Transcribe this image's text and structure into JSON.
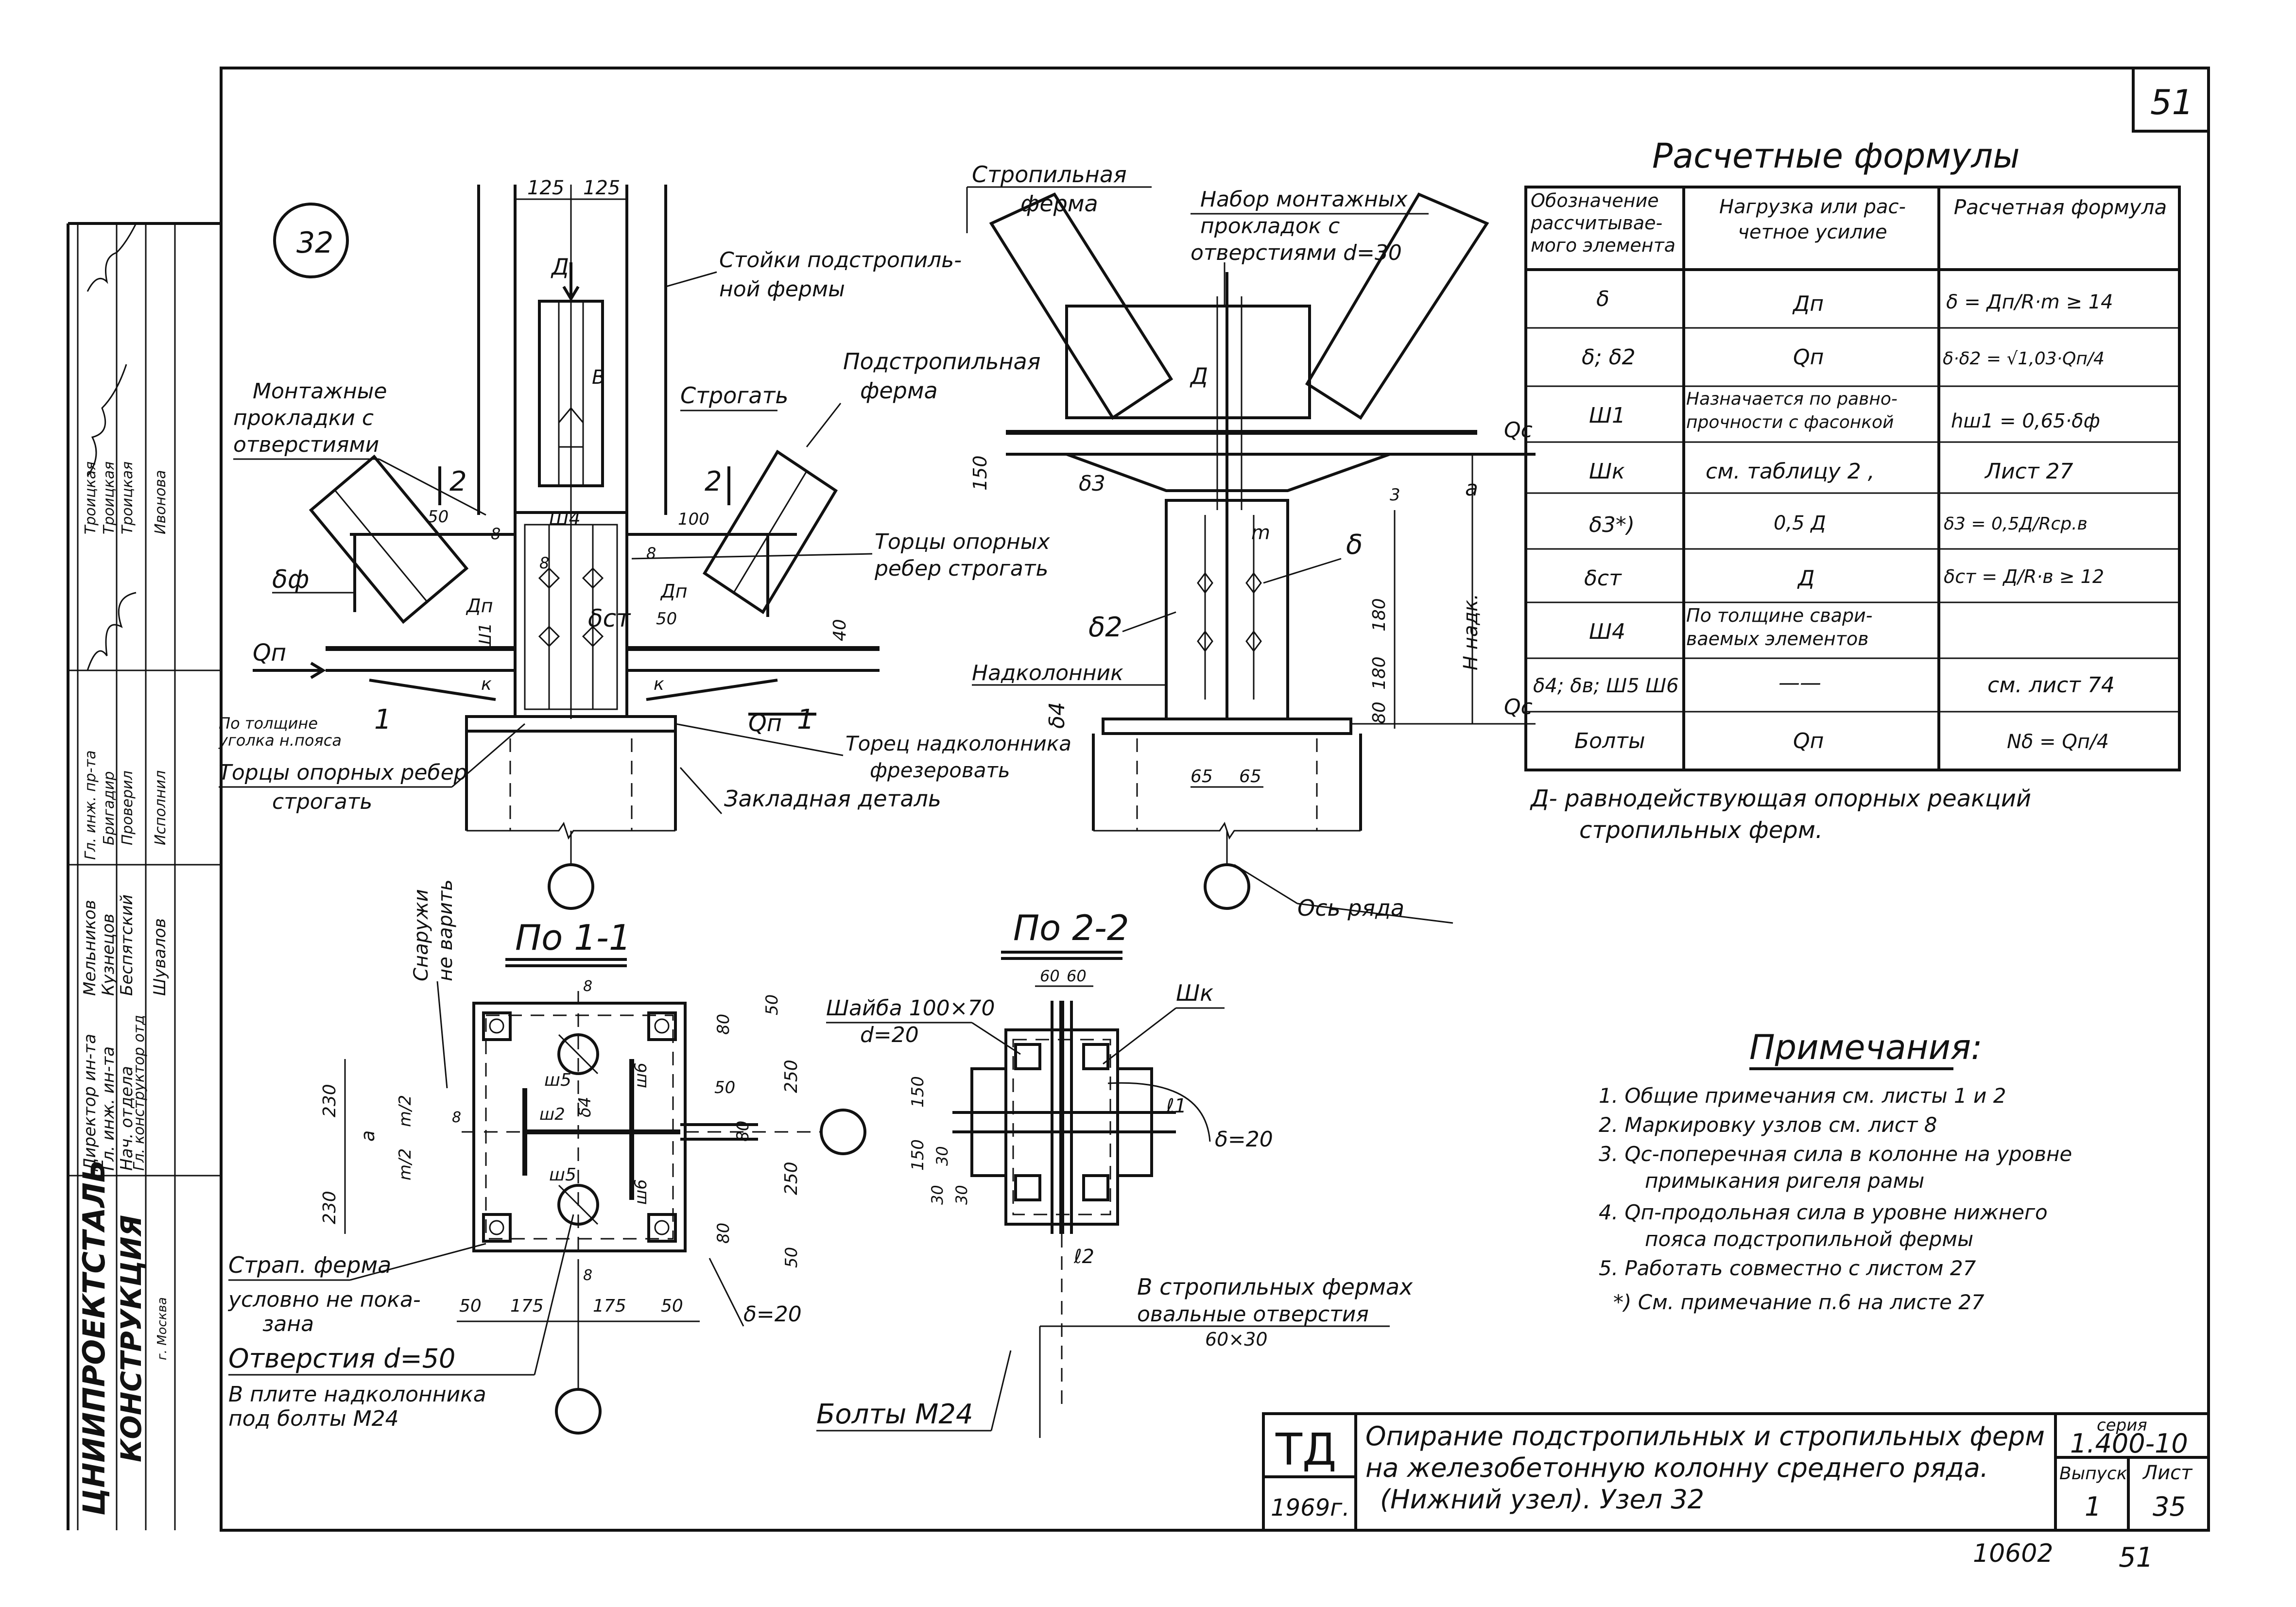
{
  "sheet": {
    "number": "51",
    "node_id": "32",
    "bottom_number": "10602",
    "bottom_page": "51"
  },
  "left_stamp": {
    "org_line1": "ЦНИИПРОЕКТСТАЛЬ",
    "org_line2": "КОНСТРУКЦИЯ",
    "org_line3": "г. Москва",
    "roles": [
      {
        "role": "Директор ин-та",
        "name": "Мельников"
      },
      {
        "role": "Гл. инж. ин-та",
        "name": "Кузнецов"
      },
      {
        "role": "Нач. отдела",
        "name": "Беспятский"
      },
      {
        "role": "Гл. конструктор отд",
        "name": "Шувалов"
      },
      {
        "role": "Гл. инж. пр-та",
        "name": "Троицкая"
      },
      {
        "role": "Бригадир",
        "name": "Троицкая"
      },
      {
        "role": "Проверил",
        "name": "Троицкая"
      },
      {
        "role": "Исполнил",
        "name": "Ивонова"
      }
    ]
  },
  "view_main": {
    "dim_125a": "125",
    "dim_125b": "125",
    "lbl_D": "Д",
    "lbl_B": "В",
    "lbl_stoiki": "Стойки подстропиль-",
    "lbl_stoiki2": "ной фермы",
    "lbl_montazh": "Монтажные",
    "lbl_montazh2": "прокладки с",
    "lbl_montazh3": "отверстиями",
    "lbl_strogat": "Строгать",
    "lbl_podstrop": "Подстропильная",
    "lbl_podstrop2": "ферма",
    "sec2a": "2",
    "sec2b": "2",
    "lbl_sh4": "Ш4",
    "lbl_50a": "50",
    "lbl_100": "100",
    "lbl_df": "δф",
    "lbl_dp1": "Дп",
    "lbl_dp2": "Дп",
    "lbl_dst": "δст",
    "lbl_50b": "50",
    "lbl_8a": "8",
    "lbl_8b": "8",
    "lbl_8c": "8",
    "lbl_40": "40",
    "lbl_sh1": "Ш1",
    "lbl_torcy": "Торцы опорных",
    "lbl_torcy2": "ребер строгать",
    "lbl_Qp1": "Qп",
    "lbl_Qp2": "Qп",
    "lbl_k1": "к",
    "lbl_k2": "к",
    "sec1a": "1",
    "sec1b": "1",
    "lbl_po_tolsh": "По толщине",
    "lbl_po_tolsh2": "уголка н.пояса",
    "lbl_torcy_op": "Торцы опорных ребер",
    "lbl_torcy_op2": "строгать",
    "lbl_torec": "Торец надколонника",
    "lbl_torec2": "фрезеровать",
    "lbl_zaklad": "Закладная деталь"
  },
  "view_side": {
    "lbl_strop": "Стропильная",
    "lbl_strop2": "ферма",
    "lbl_nabor": "Набор монтажных",
    "lbl_nabor2": "прокладок с",
    "lbl_nabor3": "отверстиями d=30",
    "lbl_D": "Д",
    "lbl_Qc1": "Qс",
    "lbl_Qc2": "Qс",
    "lbl_150": "150",
    "lbl_d3": "δ3",
    "lbl_3": "3",
    "lbl_a": "а",
    "lbl_m": "m",
    "lbl_delta": "δ",
    "lbl_d2": "δ2",
    "lbl_180a": "180",
    "lbl_180b": "180",
    "lbl_80": "80",
    "lbl_Hnadk": "Н надк.",
    "lbl_nadkol": "Надколонник",
    "lbl_d4": "δ4",
    "lbl_65a": "65",
    "lbl_65b": "65",
    "lbl_os": "Ось ряда"
  },
  "section_11": {
    "title": "По 1-1",
    "lbl_snaruzhi": "Снаружи",
    "lbl_snaruzhi2": "не варить",
    "dims_top": [
      "8",
      "50",
      "80"
    ],
    "lbl_230a": "230",
    "lbl_230b": "230",
    "lbl_a": "а",
    "lbl_m2a": "m/2",
    "lbl_m2b": "m/2",
    "lbl_8": "8",
    "lbl_sh5a": "ш5",
    "lbl_sh5b": "ш5",
    "lbl_sh6a": "ш6",
    "lbl_sh6b": "ш6",
    "lbl_sh2": "ш2",
    "lbl_d4": "δ4",
    "lbl_250a": "250",
    "lbl_250b": "250",
    "lbl_80a": "80",
    "lbl_80b": "80",
    "lbl_50a": "50",
    "lbl_50b": "50",
    "lbl_8b": "8",
    "dims_bottom": [
      "50",
      "175",
      "175",
      "50"
    ],
    "lbl_d20": "δ=20",
    "lbl_strap": "Страп. ферма",
    "lbl_strap2": "условно не пока-",
    "lbl_strap3": "зана",
    "lbl_otv": "Отверстия d=50",
    "lbl_otv2": "В плите надколонника",
    "lbl_otv3": "под болты М24"
  },
  "section_22": {
    "title": "По 2-2",
    "dim_60a": "60",
    "dim_60b": "60",
    "lbl_shaiba": "Шайба 100×70",
    "lbl_shaiba2": "d=20",
    "lbl_shk": "Шк",
    "lbl_150a": "150",
    "lbl_150b": "150",
    "lbl_30a": "30",
    "lbl_30b": "30",
    "lbl_30c": "30",
    "lbl_l1": "ℓ1",
    "lbl_l2": "ℓ2",
    "lbl_d20": "δ=20",
    "lbl_vstrop": "В стропильных фермах",
    "lbl_vstrop2": "овальные отверстия",
    "lbl_vstrop3": "60×30",
    "lbl_bolty": "Болты М24"
  },
  "formulas": {
    "title": "Расчетные формулы",
    "headers": [
      "Обозначение рассчитывае-мого элемента",
      "Нагрузка или рас-четное усилие",
      "Расчетная формула"
    ],
    "rows": [
      {
        "el": "δ",
        "load": "Дп",
        "formula": "δ = Дп/R·m ≥ 14"
      },
      {
        "el": "δ; δ2",
        "load": "Qп",
        "formula": "δ·δ2 = √1,03·Qп/4"
      },
      {
        "el": "Ш1",
        "load": "Назначается по равно-прочности с фасонкой",
        "formula": "hш1 = 0,65·δф"
      },
      {
        "el": "Шк",
        "load": "см. таблицу 2 ,",
        "formula": "Лист 27"
      },
      {
        "el": "δ3*)",
        "load": "0,5 Д",
        "formula": "δ3 = 0,5Д/Rср.в"
      },
      {
        "el": "δст",
        "load": "Д",
        "formula": "δст = Д/R·в ≥ 12"
      },
      {
        "el": "Ш4",
        "load": "По толщине свари-ваемых элементов",
        "formula": ""
      },
      {
        "el": "δ4; δв; Ш5 Ш6",
        "load": "——",
        "formula": "см. лист 74"
      },
      {
        "el": "Болты",
        "load": "Qп",
        "formula": "Nδ = Qп/4"
      }
    ],
    "note": "Д- равнодействующая опорных реакций",
    "note2": "стропильных ферм."
  },
  "notes": {
    "title": "Примечания:",
    "items": [
      "1. Общие примечания см. листы 1 и 2",
      "2. Маркировку узлов см. лист 8",
      "3. Qс-поперечная сила в колонне на уровне",
      "примыкания ригеля рамы",
      "4. Qп-продольная сила в уровне нижнего",
      "пояса подстропильной фермы",
      "5. Работать совместно с листом 27",
      "*) См. примечание п.6 на листе 27"
    ]
  },
  "title_block": {
    "code": "ТД",
    "year": "1969г.",
    "title1": "Опирание подстропильных и стропильных ферм",
    "title2": "на железобетонную колонну среднего ряда.",
    "title3": "(Нижний узел). Узел 32",
    "seria_lbl": "серия",
    "seria": "1.400-10",
    "vyp_lbl": "Выпуск",
    "vyp": "1",
    "list_lbl": "Лист",
    "list": "35"
  },
  "colors": {
    "ink": "#111111",
    "paper": "#ffffff"
  }
}
